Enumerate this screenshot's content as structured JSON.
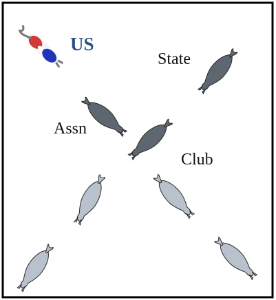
{
  "diagram": {
    "labels": {
      "us": "US",
      "state": "State",
      "assn": "Assn",
      "club": "Club"
    },
    "colors": {
      "frame": "#000000",
      "background": "#ffffff",
      "us_label": "#2b4f86",
      "horse_dark": "#5e6670",
      "horse_light": "#b9c1cc",
      "horse_outline": "#2a2a2a",
      "flag_red": "#d23a3a",
      "flag_blue": "#2233bb",
      "flag_white": "#f4f4f4",
      "flag_gray": "#777777"
    },
    "icons": {
      "us": "us-flag-horse-icon",
      "state": "dark-horse-icon",
      "assn": "dark-horse-icon",
      "center": "dark-horse-icon",
      "club": "light-horse-icon",
      "light_top": "light-horse-icon",
      "light_left": "light-horse-icon",
      "light_bottom_left": "light-horse-icon",
      "light_bottom_right": "light-horse-icon"
    }
  }
}
